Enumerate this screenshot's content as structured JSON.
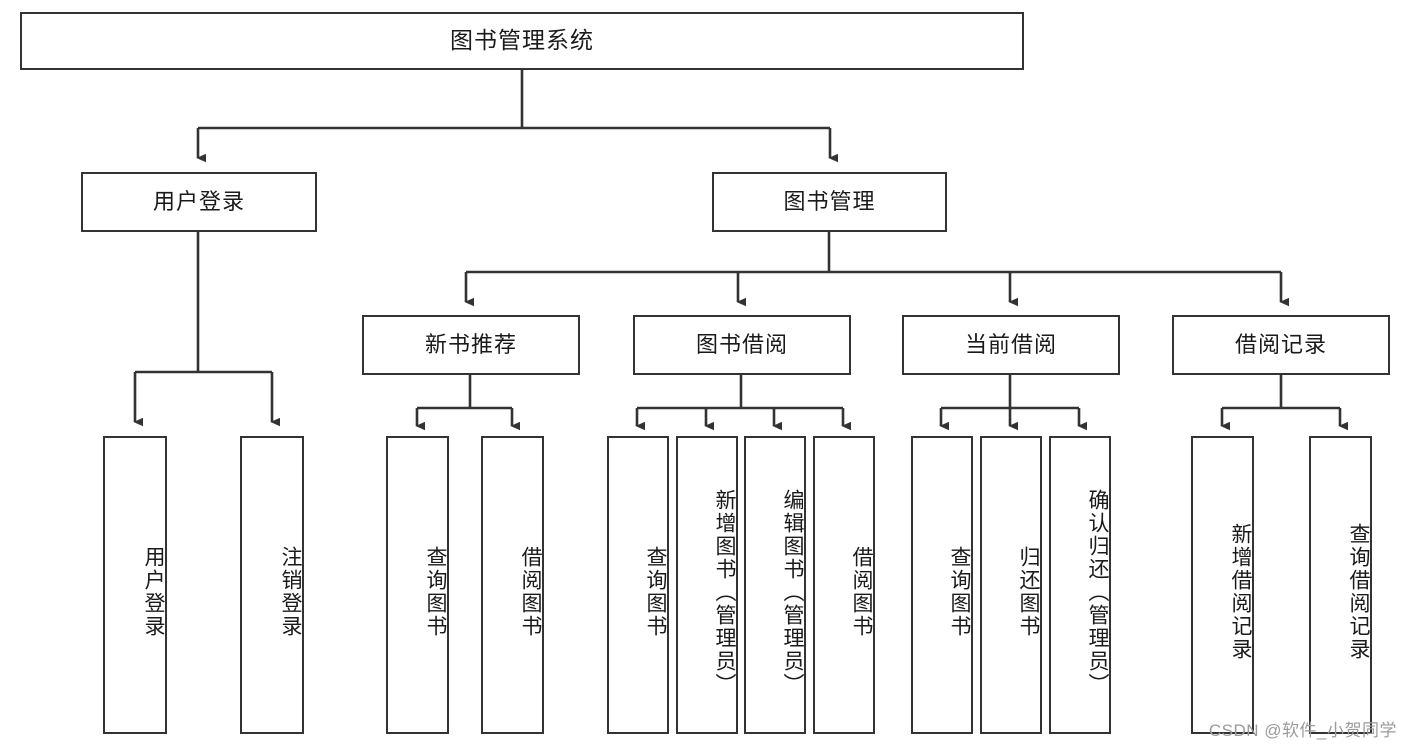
{
  "diagram": {
    "title": "图书管理系统",
    "type": "tree-hierarchy-chart",
    "root": {
      "label": "图书管理系统"
    },
    "level2": [
      {
        "label": "用户登录"
      },
      {
        "label": "图书管理"
      }
    ],
    "level3": [
      {
        "label": "新书推荐"
      },
      {
        "label": "图书借阅"
      },
      {
        "label": "当前借阅"
      },
      {
        "label": "借阅记录"
      }
    ],
    "leaves": {
      "user_login": [
        {
          "label": "用户登录"
        },
        {
          "label": "注销登录"
        }
      ],
      "new_book_recommend": [
        {
          "label": "查询图书"
        },
        {
          "label": "借阅图书"
        }
      ],
      "book_borrow": [
        {
          "label": "查询图书"
        },
        {
          "label": "新增图书（管理员）"
        },
        {
          "label": "编辑图书（管理员）"
        },
        {
          "label": "借阅图书"
        }
      ],
      "current_borrow": [
        {
          "label": "查询图书"
        },
        {
          "label": "归还图书"
        },
        {
          "label": "确认归还（管理员）"
        }
      ],
      "borrow_record": [
        {
          "label": "新增借阅记录"
        },
        {
          "label": "查询借阅记录"
        }
      ]
    }
  },
  "watermark": {
    "text": "CSDN @软件_小贺同学"
  },
  "colors": {
    "border": "#333333",
    "text": "#1a1a1a",
    "background": "#ffffff",
    "watermark": "#9b9b9b"
  }
}
